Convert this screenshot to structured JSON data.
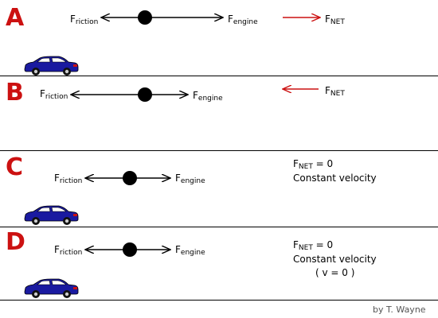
{
  "colors": {
    "net_arrow": "#cc1111",
    "letter": "#cc1111",
    "car_body": "#1a1aa0"
  },
  "panels": [
    {
      "id": "A",
      "letter": "A",
      "friction": "riction",
      "engine": "engine",
      "net": "NET"
    },
    {
      "id": "B",
      "letter": "B",
      "friction": "riction",
      "engine": "engine",
      "net": "NET"
    },
    {
      "id": "C",
      "letter": "C",
      "friction": "riction",
      "engine": "engine",
      "net": "NET",
      "net_eq": " = 0",
      "line2": "Constant velocity"
    },
    {
      "id": "D",
      "letter": "D",
      "friction": "riction",
      "engine": "engine",
      "net": "NET",
      "net_eq": " = 0",
      "line2": "Constant velocity",
      "line3": "( v = 0 )"
    }
  ],
  "F": "F",
  "credit": "by T. Wayne",
  "icons": {
    "car": "car-icon",
    "dot": "object-dot"
  }
}
